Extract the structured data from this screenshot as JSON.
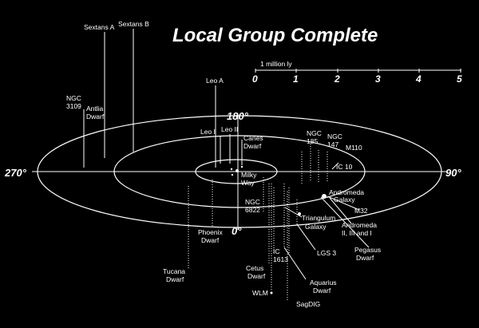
{
  "title": "Local Group Complete",
  "scale": {
    "label": "1 million ly",
    "ticks": [
      "0",
      "1",
      "2",
      "3",
      "4",
      "5"
    ]
  },
  "angles": {
    "top": "180°",
    "bottom": "0°",
    "left": "270°",
    "right": "90°"
  },
  "galaxies": {
    "sextans_a": "Sextans A",
    "sextans_b": "Sextans B",
    "leo_a": "Leo A",
    "ngc3109_1": "NGC",
    "ngc3109_2": "3109",
    "antlia_1": "Antlia",
    "antlia_2": "Dwarf",
    "leo_i": "Leo I",
    "leo_ii": "Leo II",
    "canes_1": "Canes",
    "canes_2": "Dwarf",
    "ngc185_1": "NGC",
    "ngc185_2": "185",
    "ngc147_1": "NGC",
    "ngc147_2": "147",
    "m110": "M110",
    "ic10": "IC 10",
    "andromeda_1": "Andromeda",
    "andromeda_2": "Galaxy",
    "m32": "M32",
    "milky_1": "Milky",
    "milky_2": "Way",
    "ngc6822_1": "NGC",
    "ngc6822_2": "6822",
    "triangulum_1": "Triangulum",
    "triangulum_2": "Galaxy",
    "andromeda_dw_1": "Andromeda",
    "andromeda_dw_2": "II, III and I",
    "phoenix_1": "Phoenix",
    "phoenix_2": "Dwarf",
    "pegasus_1": "Pegasus",
    "pegasus_2": "Dwarf",
    "lgs3": "LGS 3",
    "tucana_1": "Tucana",
    "tucana_2": "Dwarf",
    "ic1613_1": "IC",
    "ic1613_2": "1613",
    "cetus_1": "Cetus",
    "cetus_2": "Dwarf",
    "aquarius_1": "Aquarius",
    "aquarius_2": "Dwarf",
    "wlm": "WLM",
    "sagdig": "SagDIG"
  }
}
